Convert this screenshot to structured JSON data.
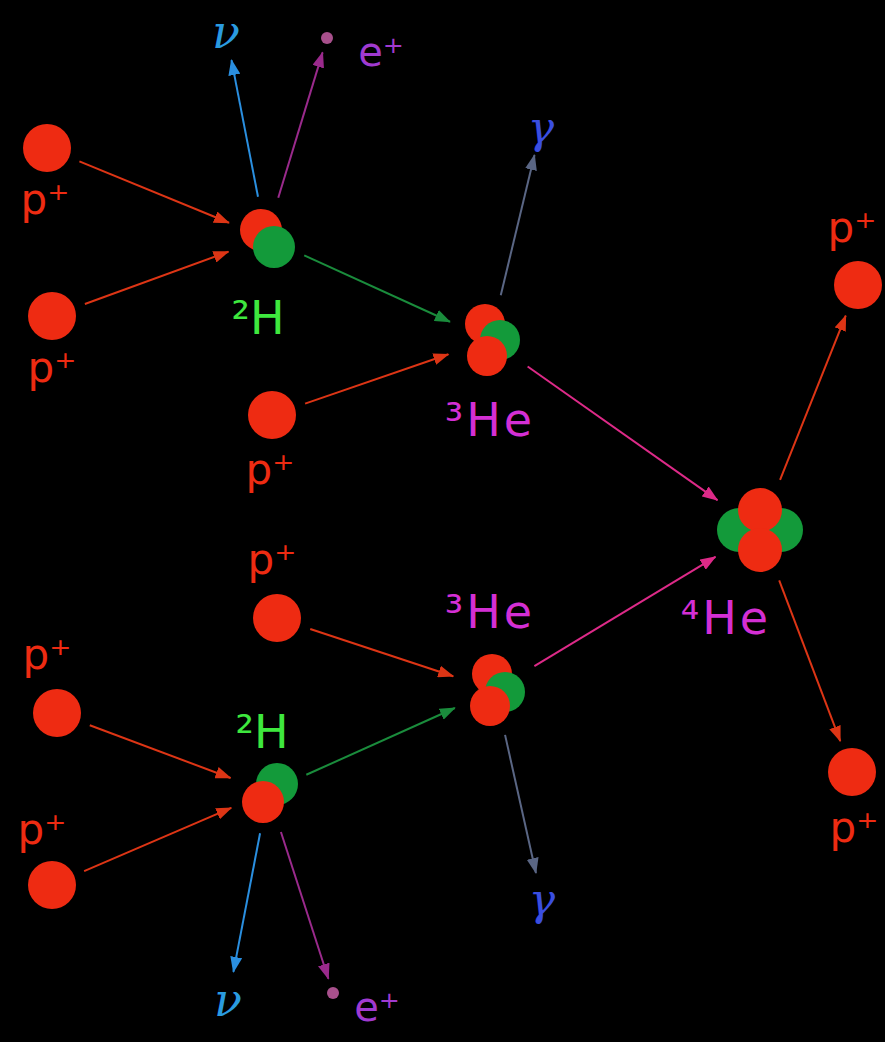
{
  "diagram": {
    "nodes": [
      {
        "text": [
          "ν"
        ]
      },
      {
        "text": [
          "e⁺"
        ]
      },
      {
        "text": [
          "γ"
        ]
      },
      {
        "text": [
          "p⁺"
        ]
      },
      {
        "text": [
          "²H"
        ]
      },
      {
        "text": [
          "p⁺"
        ]
      },
      {
        "text": [
          "p⁺"
        ]
      },
      {
        "text": [
          "³He"
        ]
      },
      {
        "text": [
          "p⁺"
        ]
      },
      {
        "text": [
          "⁴He"
        ]
      },
      {
        "text": [
          "p⁺"
        ]
      },
      {
        "text": [
          "³He"
        ]
      },
      {
        "text": [
          "p⁺"
        ]
      },
      {
        "text": [
          "²H"
        ]
      },
      {
        "text": [
          "p⁺"
        ]
      },
      {
        "text": [
          "p⁺"
        ]
      },
      {
        "text": [
          "γ"
        ]
      },
      {
        "text": [
          "ν"
        ]
      },
      {
        "text": [
          "e⁺"
        ]
      }
    ],
    "edges": [
      {
        "from": 3,
        "to": 4,
        "arrow": "to"
      },
      {
        "from": 6,
        "to": 4,
        "arrow": "to"
      },
      {
        "from": 4,
        "to": 0,
        "arrow": "to"
      },
      {
        "from": 4,
        "to": 1,
        "arrow": "to"
      },
      {
        "from": 4,
        "to": 7,
        "arrow": "to"
      },
      {
        "from": 8,
        "to": 7,
        "arrow": "to"
      },
      {
        "from": 7,
        "to": 2,
        "arrow": "to"
      },
      {
        "from": 7,
        "to": 9,
        "arrow": "to"
      },
      {
        "from": 9,
        "to": 5,
        "arrow": "to"
      },
      {
        "from": 9,
        "to": 14,
        "arrow": "to"
      },
      {
        "from": 12,
        "to": 13,
        "arrow": "to"
      },
      {
        "from": 15,
        "to": 13,
        "arrow": "to"
      },
      {
        "from": 13,
        "to": 17,
        "arrow": "to"
      },
      {
        "from": 13,
        "to": 18,
        "arrow": "to"
      },
      {
        "from": 13,
        "to": 11,
        "arrow": "to"
      },
      {
        "from": 10,
        "to": 11,
        "arrow": "to"
      },
      {
        "from": 11,
        "to": 16,
        "arrow": "to"
      },
      {
        "from": 11,
        "to": 9,
        "arrow": "to"
      }
    ]
  }
}
